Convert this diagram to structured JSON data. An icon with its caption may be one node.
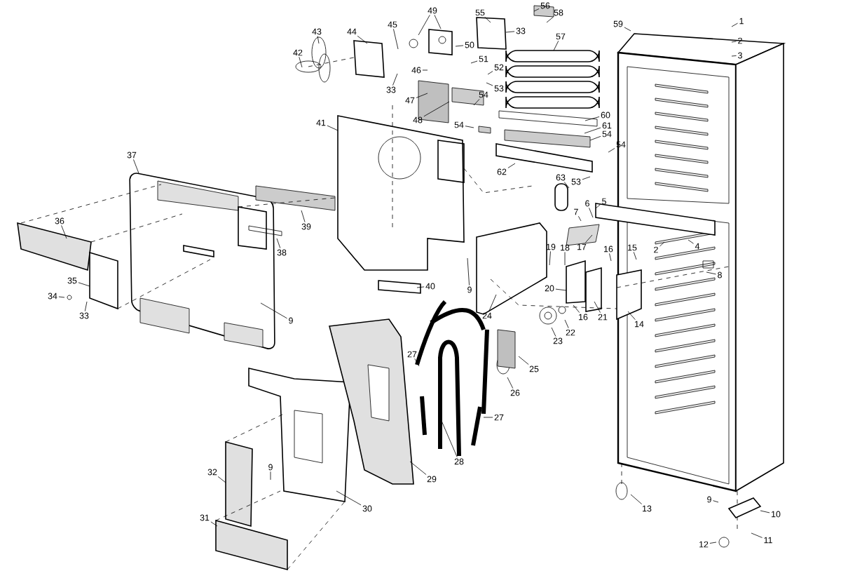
{
  "diagram": {
    "nodes": [
      {
        "text": [
          "1"
        ]
      },
      {
        "text": [
          "2"
        ]
      },
      {
        "text": [
          "3"
        ]
      },
      {
        "text": [
          "59"
        ]
      },
      {
        "text": [
          "56"
        ]
      },
      {
        "text": [
          "58"
        ]
      },
      {
        "text": [
          "55"
        ]
      },
      {
        "text": [
          "49"
        ]
      },
      {
        "text": [
          "33"
        ]
      },
      {
        "text": [
          "57"
        ]
      },
      {
        "text": [
          "45"
        ]
      },
      {
        "text": [
          "44"
        ]
      },
      {
        "text": [
          "43"
        ]
      },
      {
        "text": [
          "42"
        ]
      },
      {
        "text": [
          "50"
        ]
      },
      {
        "text": [
          "51"
        ]
      },
      {
        "text": [
          "52"
        ]
      },
      {
        "text": [
          "46"
        ]
      },
      {
        "text": [
          "53"
        ]
      },
      {
        "text": [
          "33"
        ]
      },
      {
        "text": [
          "54"
        ]
      },
      {
        "text": [
          "47"
        ]
      },
      {
        "text": [
          "48"
        ]
      },
      {
        "text": [
          "60"
        ]
      },
      {
        "text": [
          "54"
        ]
      },
      {
        "text": [
          "61"
        ]
      },
      {
        "text": [
          "54"
        ]
      },
      {
        "text": [
          "54"
        ]
      },
      {
        "text": [
          "41"
        ]
      },
      {
        "text": [
          "62"
        ]
      },
      {
        "text": [
          "63"
        ]
      },
      {
        "text": [
          "53"
        ]
      },
      {
        "text": [
          "37"
        ]
      },
      {
        "text": [
          "5"
        ]
      },
      {
        "text": [
          "7"
        ]
      },
      {
        "text": [
          "6"
        ]
      },
      {
        "text": [
          "17"
        ]
      },
      {
        "text": [
          "39"
        ]
      },
      {
        "text": [
          "36"
        ]
      },
      {
        "text": [
          "38"
        ]
      },
      {
        "text": [
          "19"
        ]
      },
      {
        "text": [
          "18"
        ]
      },
      {
        "text": [
          "16"
        ]
      },
      {
        "text": [
          "15"
        ]
      },
      {
        "text": [
          "2"
        ]
      },
      {
        "text": [
          "4"
        ]
      },
      {
        "text": [
          "8"
        ]
      },
      {
        "text": [
          "35"
        ]
      },
      {
        "text": [
          "34"
        ]
      },
      {
        "text": [
          "33"
        ]
      },
      {
        "text": [
          "9"
        ]
      },
      {
        "text": [
          "40"
        ]
      },
      {
        "text": [
          "9"
        ]
      },
      {
        "text": [
          "20"
        ]
      },
      {
        "text": [
          "24"
        ]
      },
      {
        "text": [
          "16"
        ]
      },
      {
        "text": [
          "21"
        ]
      },
      {
        "text": [
          "22"
        ]
      },
      {
        "text": [
          "23"
        ]
      },
      {
        "text": [
          "14"
        ]
      },
      {
        "text": [
          "25"
        ]
      },
      {
        "text": [
          "26"
        ]
      },
      {
        "text": [
          "27"
        ]
      },
      {
        "text": [
          "27"
        ]
      },
      {
        "text": [
          "28"
        ]
      },
      {
        "text": [
          "29"
        ]
      },
      {
        "text": [
          "30"
        ]
      },
      {
        "text": [
          "32"
        ]
      },
      {
        "text": [
          "9"
        ]
      },
      {
        "text": [
          "31"
        ]
      },
      {
        "text": [
          "13"
        ]
      },
      {
        "text": [
          "9"
        ]
      },
      {
        "text": [
          "10"
        ]
      },
      {
        "text": [
          "11"
        ]
      },
      {
        "text": [
          "12"
        ]
      }
    ],
    "edges": [
      {
        "from": 0,
        "to": null,
        "arrow": "none"
      },
      {
        "from": 1,
        "to": null,
        "arrow": "none"
      },
      {
        "from": 2,
        "to": null,
        "arrow": "none"
      },
      {
        "from": 3,
        "to": null,
        "arrow": "none"
      },
      {
        "from": 4,
        "to": null,
        "arrow": "none"
      },
      {
        "from": 5,
        "to": null,
        "arrow": "none"
      },
      {
        "from": 6,
        "to": null,
        "arrow": "none"
      },
      {
        "from": 7,
        "to": null,
        "arrow": "none"
      },
      {
        "from": 7,
        "to": null,
        "arrow": "none"
      },
      {
        "from": 8,
        "to": null,
        "arrow": "none"
      },
      {
        "from": 9,
        "to": null,
        "arrow": "none"
      },
      {
        "from": 10,
        "to": null,
        "arrow": "none"
      },
      {
        "from": 11,
        "to": null,
        "arrow": "none"
      },
      {
        "from": 12,
        "to": null,
        "arrow": "none"
      },
      {
        "from": 13,
        "to": null,
        "arrow": "none"
      },
      {
        "from": 14,
        "to": null,
        "arrow": "none"
      },
      {
        "from": 15,
        "to": null,
        "arrow": "none"
      },
      {
        "from": 16,
        "to": null,
        "arrow": "none"
      },
      {
        "from": 17,
        "to": null,
        "arrow": "none"
      },
      {
        "from": 18,
        "to": null,
        "arrow": "none"
      },
      {
        "from": 19,
        "to": null,
        "arrow": "none"
      },
      {
        "from": 20,
        "to": null,
        "arrow": "none"
      },
      {
        "from": 21,
        "to": null,
        "arrow": "none"
      },
      {
        "from": 22,
        "to": null,
        "arrow": "none"
      },
      {
        "from": 23,
        "to": null,
        "arrow": "none"
      },
      {
        "from": 24,
        "to": null,
        "arrow": "none"
      },
      {
        "from": 25,
        "to": null,
        "arrow": "none"
      },
      {
        "from": 26,
        "to": null,
        "arrow": "none"
      },
      {
        "from": 27,
        "to": null,
        "arrow": "none"
      },
      {
        "from": 28,
        "to": null,
        "arrow": "none"
      },
      {
        "from": 29,
        "to": null,
        "arrow": "none"
      },
      {
        "from": 30,
        "to": null,
        "arrow": "none"
      },
      {
        "from": 31,
        "to": null,
        "arrow": "none"
      },
      {
        "from": 32,
        "to": null,
        "arrow": "none"
      },
      {
        "from": 33,
        "to": null,
        "arrow": "none"
      },
      {
        "from": 34,
        "to": null,
        "arrow": "none"
      },
      {
        "from": 35,
        "to": null,
        "arrow": "none"
      },
      {
        "from": 36,
        "to": null,
        "arrow": "none"
      },
      {
        "from": 37,
        "to": null,
        "arrow": "none"
      },
      {
        "from": 38,
        "to": null,
        "arrow": "none"
      },
      {
        "from": 39,
        "to": null,
        "arrow": "none"
      },
      {
        "from": 40,
        "to": null,
        "arrow": "none"
      },
      {
        "from": 41,
        "to": null,
        "arrow": "none"
      },
      {
        "from": 42,
        "to": null,
        "arrow": "none"
      },
      {
        "from": 43,
        "to": null,
        "arrow": "none"
      },
      {
        "from": 44,
        "to": null,
        "arrow": "none"
      },
      {
        "from": 45,
        "to": null,
        "arrow": "none"
      },
      {
        "from": 46,
        "to": null,
        "arrow": "none"
      },
      {
        "from": 47,
        "to": null,
        "arrow": "none"
      },
      {
        "from": 48,
        "to": null,
        "arrow": "none"
      },
      {
        "from": 49,
        "to": null,
        "arrow": "none"
      },
      {
        "from": 50,
        "to": null,
        "arrow": "none"
      },
      {
        "from": 51,
        "to": null,
        "arrow": "none"
      },
      {
        "from": 52,
        "to": null,
        "arrow": "none"
      },
      {
        "from": 53,
        "to": null,
        "arrow": "none"
      },
      {
        "from": 54,
        "to": null,
        "arrow": "none"
      },
      {
        "from": 55,
        "to": null,
        "arrow": "none"
      },
      {
        "from": 56,
        "to": null,
        "arrow": "none"
      },
      {
        "from": 57,
        "to": null,
        "arrow": "none"
      },
      {
        "from": 58,
        "to": null,
        "arrow": "none"
      },
      {
        "from": 59,
        "to": null,
        "arrow": "none"
      },
      {
        "from": 60,
        "to": null,
        "arrow": "none"
      },
      {
        "from": 61,
        "to": null,
        "arrow": "none"
      },
      {
        "from": 62,
        "to": null,
        "arrow": "none"
      },
      {
        "from": 63,
        "to": null,
        "arrow": "none"
      },
      {
        "from": 64,
        "to": null,
        "arrow": "none"
      },
      {
        "from": 65,
        "to": null,
        "arrow": "none"
      },
      {
        "from": 66,
        "to": null,
        "arrow": "none"
      },
      {
        "from": 67,
        "to": null,
        "arrow": "none"
      },
      {
        "from": 68,
        "to": null,
        "arrow": "none"
      },
      {
        "from": 69,
        "to": null,
        "arrow": "none"
      },
      {
        "from": 70,
        "to": null,
        "arrow": "none"
      },
      {
        "from": 71,
        "to": null,
        "arrow": "none"
      },
      {
        "from": 72,
        "to": null,
        "arrow": "none"
      },
      {
        "from": 73,
        "to": null,
        "arrow": "none"
      },
      {
        "from": 74,
        "to": null,
        "arrow": "none"
      }
    ]
  }
}
